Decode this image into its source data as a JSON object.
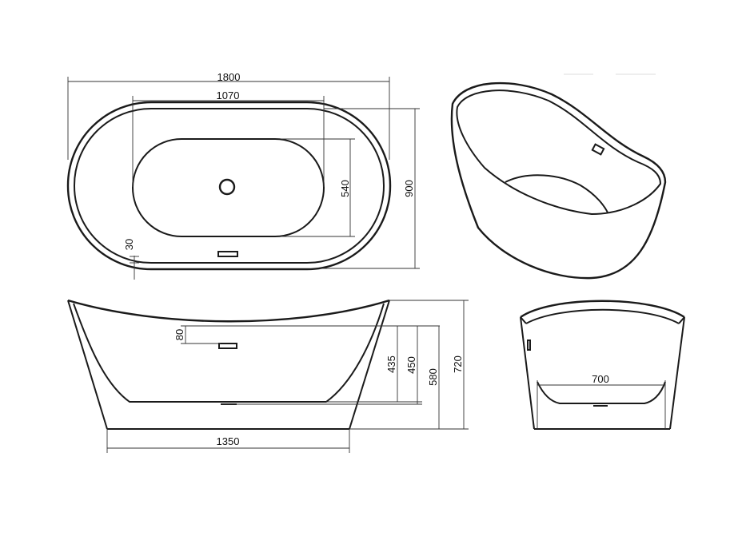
{
  "drawing": {
    "top_view": {
      "overall_length": "1800",
      "inner_length": "1070",
      "basin_width": "540",
      "overall_width": "900",
      "rim": "30"
    },
    "side_view": {
      "overflow_offset": "80",
      "overflow_height": "435",
      "depth_inner": "450",
      "depth_outer": "580",
      "overall_height": "720",
      "base_length": "1350"
    },
    "end_view": {
      "base_width": "700"
    }
  }
}
